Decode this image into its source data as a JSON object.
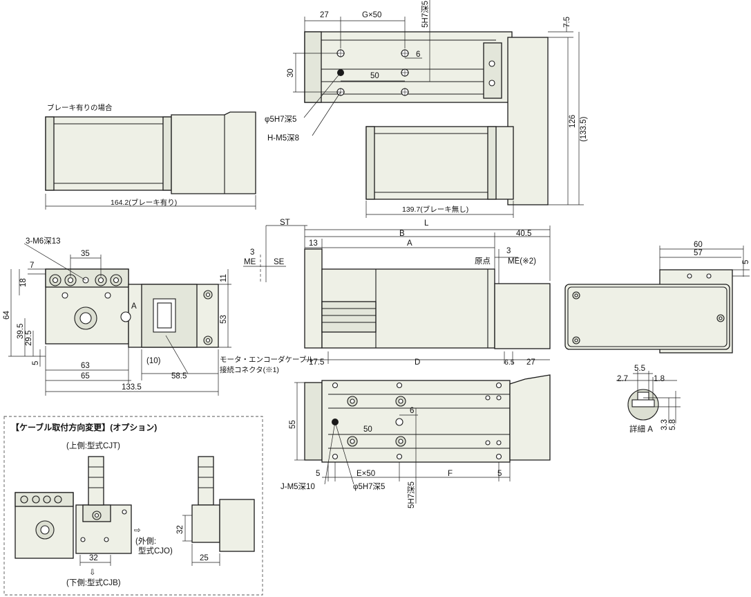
{
  "labels": {
    "brake_case": "ブレーキ有りの場合",
    "len_with_brake": "164.2(ブレーキ有り)",
    "len_no_brake": "139.7(ブレーキ無し)",
    "top_27": "27",
    "g50": "G×50",
    "h7_top": "5H7深5",
    "h75": "7.5",
    "top_6": "6",
    "top_30": "30",
    "top_50": "50",
    "phi_hole_top": "φ5H7深5",
    "h_m5": "H-M5深8",
    "h126": "126",
    "h1335": "(133.5)",
    "m6": "3-M6深13",
    "d35": "35",
    "d7": "7",
    "d18": "18",
    "d64": "64",
    "d395": "39.5",
    "d295": "29.5",
    "d5_left": "5",
    "d63": "63",
    "d65": "65",
    "d1335": "133.5",
    "d10": "(10)",
    "d585": "58.5",
    "d11": "11",
    "d53": "53",
    "mark_a": "A",
    "connector_1": "モータ・エンコーダケーブル",
    "connector_2": "接続コネクタ(※1)",
    "st": "ST",
    "me3": "3",
    "me": "ME",
    "se": "SE",
    "L": "L",
    "B": "B",
    "d405": "40.5",
    "d13": "13",
    "A": "A",
    "d3": "3",
    "origin": "原点",
    "me2": "ME(※2)",
    "d175": "17.5",
    "D": "D",
    "d65b": "6.5",
    "d27b": "27",
    "d55": "55",
    "b6": "6",
    "b50": "50",
    "b5l": "5",
    "e50": "E×50",
    "F": "F",
    "b5r": "5",
    "j_m5": "J-M5深10",
    "phi_hole_bot": "φ5H7深5",
    "h7_bot": "5H7深5",
    "d60": "60",
    "d57": "57",
    "d5r": "5",
    "d55a": "5.5",
    "d27a": "2.7",
    "d18a": "1.8",
    "d33": "3.3",
    "d58": "5.8",
    "detail_a": "詳細 A",
    "option_title": "【ケーブル取付方向変更】(オプション)",
    "top_type": "(上側:型式CJT)",
    "outer_1": "(外側:",
    "outer_2": "型式CJO)",
    "bottom_type": "(下側:型式CJB)",
    "o32a": "32",
    "o32b": "32",
    "o25": "25",
    "arrow_right": "⇨",
    "arrow_down": "⇩"
  }
}
